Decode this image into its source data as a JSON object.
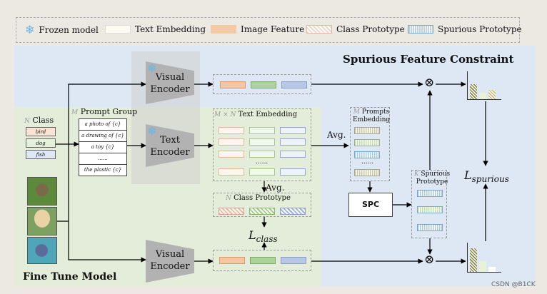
{
  "legend": {
    "frozen": "Frozen model",
    "text_embedding": "Text Embedding",
    "image_feature": "Image Feature",
    "class_prototype": "Class Prototype",
    "spurious_prototype": "Spurious Prototype"
  },
  "titles": {
    "spurious_constraint": "Spurious Feature Constraint",
    "fine_tune": "Fine Tune Model"
  },
  "encoders": {
    "visual_top": "Visual\nEncoder",
    "text": "Text\nEncoder",
    "visual_bottom": "Visual\nEncoder"
  },
  "class_list": {
    "header_var": "N",
    "header": "Class",
    "items": [
      "bird",
      "dog",
      "fish"
    ]
  },
  "prompt_group": {
    "header_var": "M",
    "header": "Prompt Group",
    "items": [
      "a photo of {c}",
      "a drawing of {c}",
      "a toy {c}",
      "......",
      "the plastic {c}"
    ]
  },
  "text_embedding_block": {
    "header_var": "M × N",
    "header": "Text Embedding",
    "dots": "......"
  },
  "avg_labels": [
    "Avg.",
    "Avg."
  ],
  "class_prototype_block": {
    "header_var": "N",
    "header": "Class Prototype"
  },
  "loss_class": {
    "main": "L",
    "sub": "class"
  },
  "loss_spurious": {
    "main": "L",
    "sub": "spurious"
  },
  "prompts_embedding": {
    "header_var": "M",
    "header": "Prompts\nEmbedding",
    "dots": "......"
  },
  "spc": "SPC",
  "spurious_prototype_block": {
    "header_var": "K",
    "header": "Spurious\nPrototype"
  },
  "operator": "⊗",
  "watermark": "CSDN @B1CK",
  "icons": {
    "frozen": "snowflake-icon"
  }
}
